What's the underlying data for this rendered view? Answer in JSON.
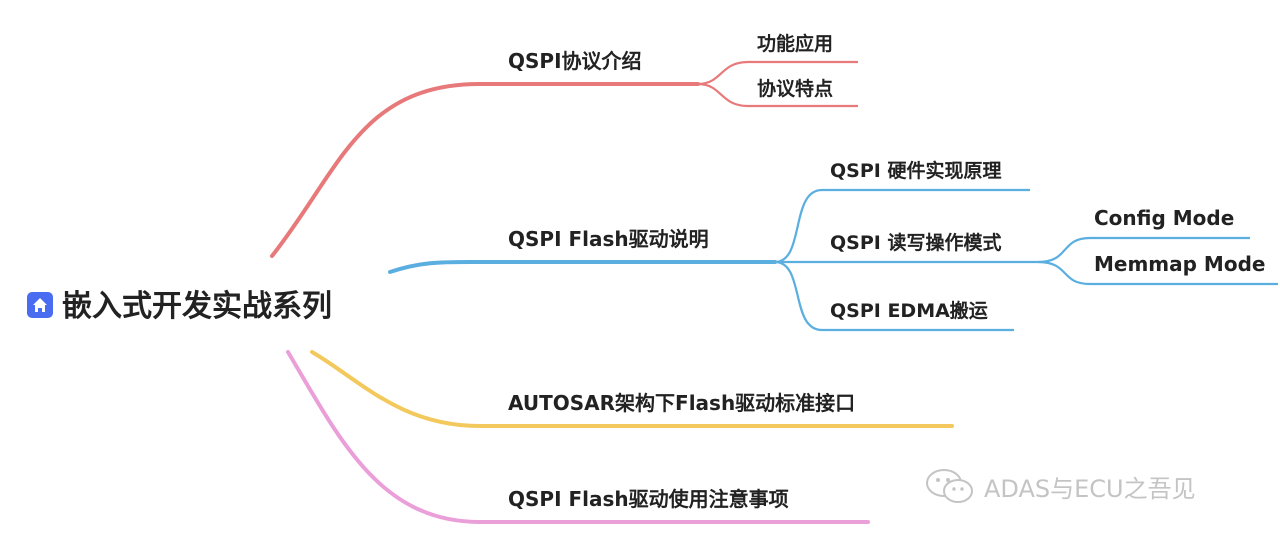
{
  "root": {
    "label": "嵌入式开发实战系列",
    "icon": "home-icon"
  },
  "branches": [
    {
      "label": "QSPI协议介绍",
      "color": "#e8797a",
      "children": [
        {
          "label": "功能应用"
        },
        {
          "label": "协议特点"
        }
      ]
    },
    {
      "label": "QSPI Flash驱动说明",
      "color": "#5aaee0",
      "children": [
        {
          "label": "QSPI 硬件实现原理"
        },
        {
          "label": "QSPI 读写操作模式",
          "children": [
            {
              "label": "Config Mode"
            },
            {
              "label": "Memmap Mode"
            }
          ]
        },
        {
          "label": "QSPI EDMA搬运"
        }
      ]
    },
    {
      "label": "AUTOSAR架构下Flash驱动标准接口",
      "color": "#f3c85c",
      "children": []
    },
    {
      "label": "QSPI Flash驱动使用注意事项",
      "color": "#eb9fd9",
      "children": []
    }
  ],
  "watermark": {
    "text": "ADAS与ECU之吾见",
    "icon": "wechat-icon"
  }
}
